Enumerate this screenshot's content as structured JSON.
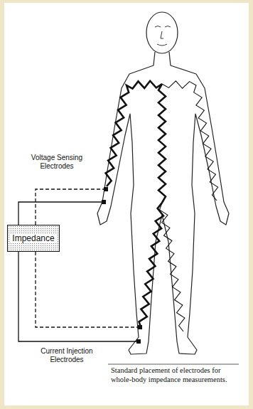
{
  "diagram": {
    "caption": "Standard placement of electrodes for whole-body impedance measurements.",
    "nodes": [
      {
        "text": [
          "Impedance"
        ]
      }
    ],
    "labels": [
      "Voltage Sensing Electrodes",
      "Current Injection Electrodes"
    ]
  }
}
